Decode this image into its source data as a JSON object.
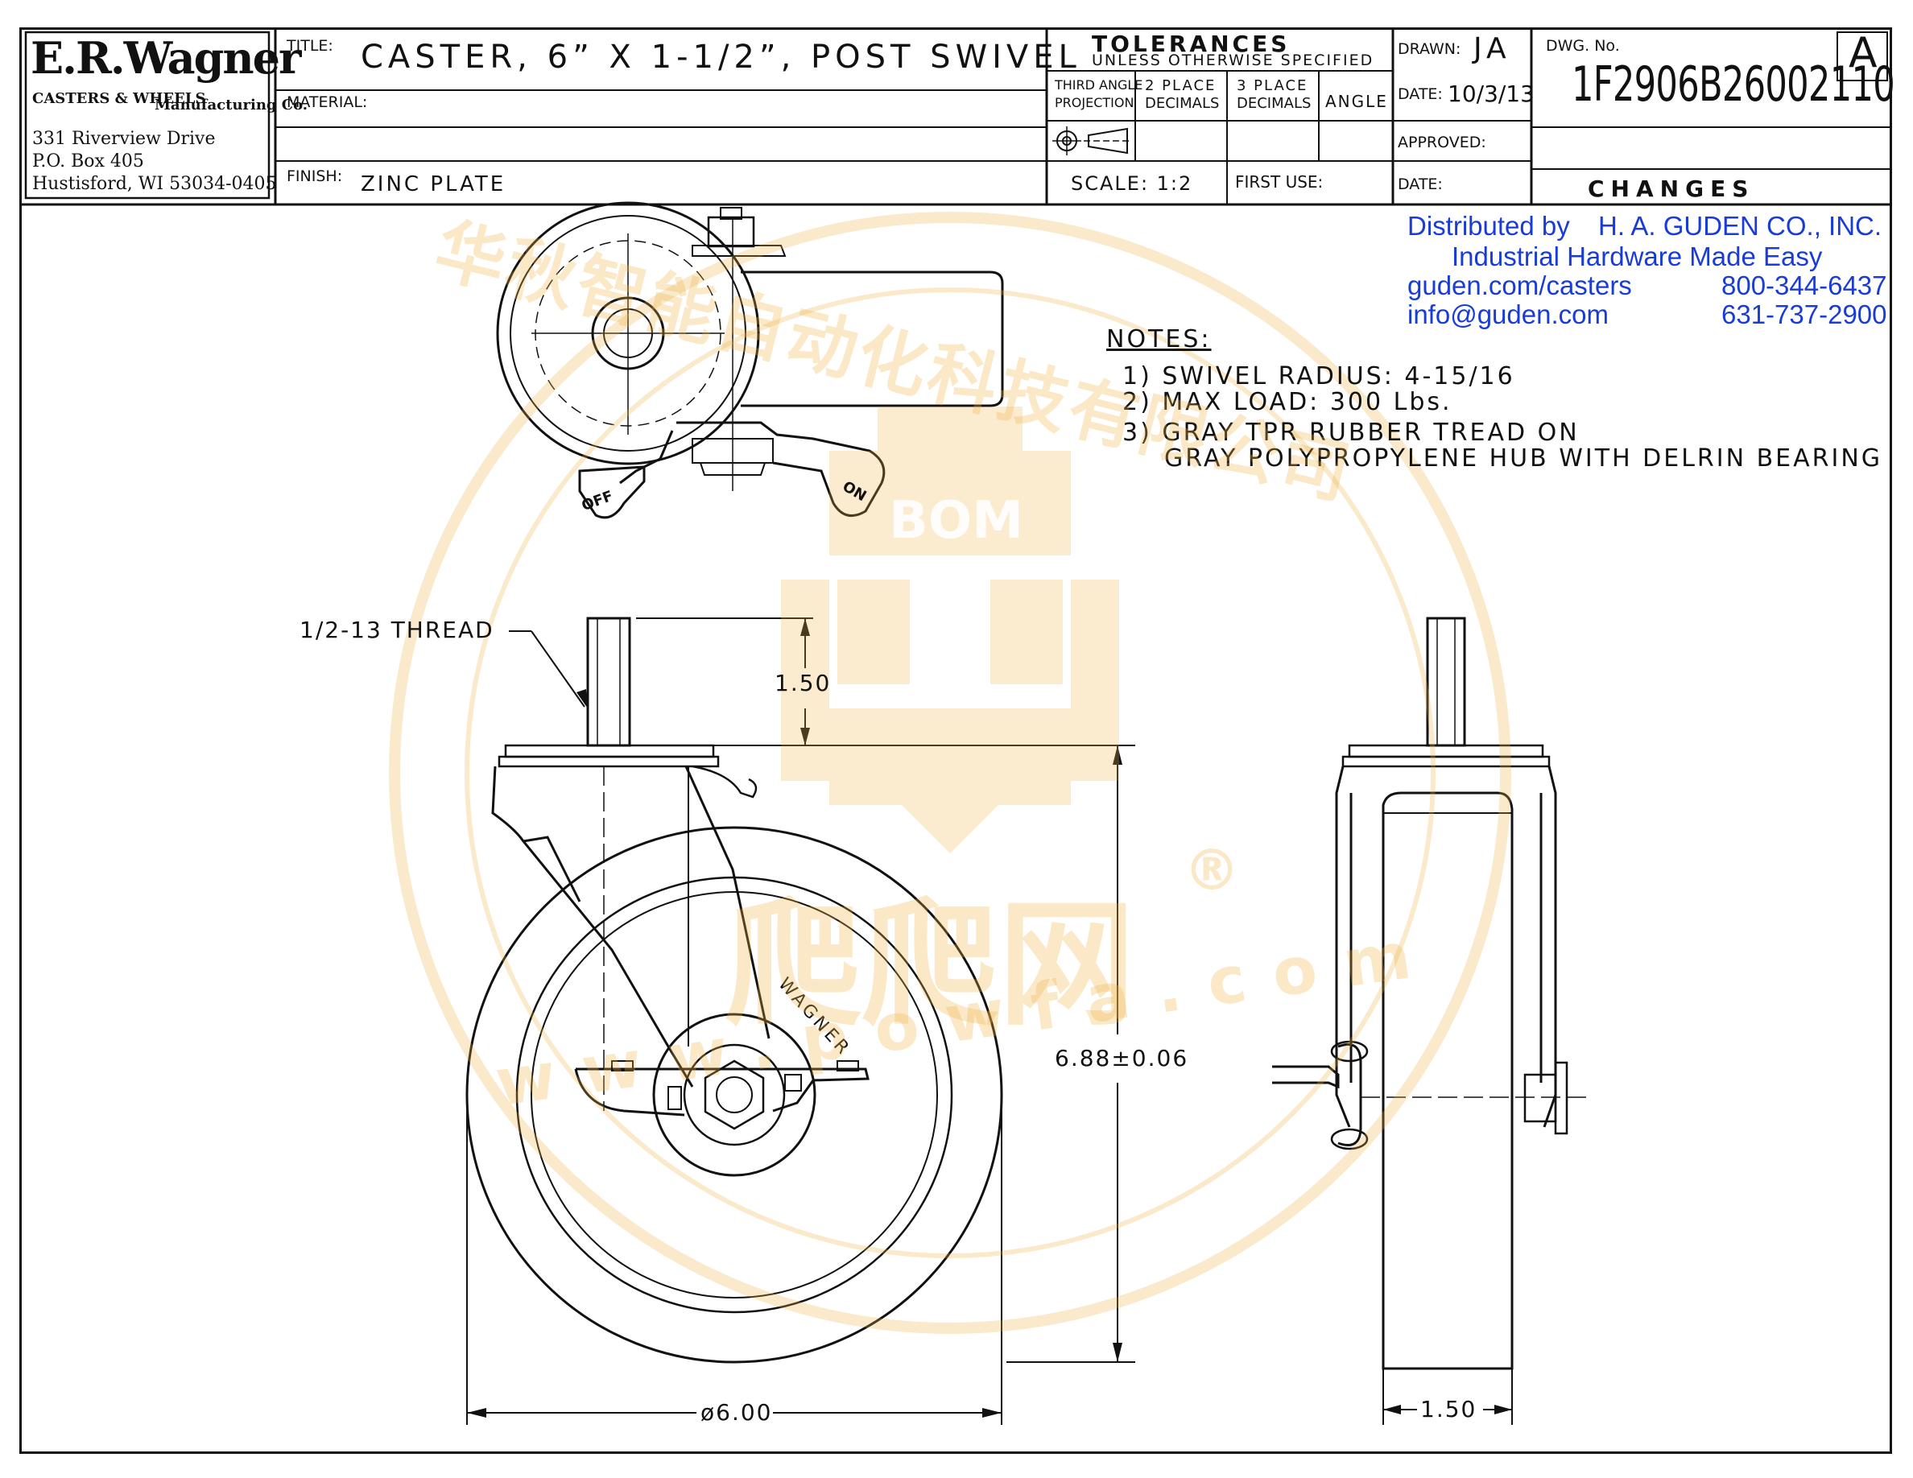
{
  "company": {
    "logo": "E.R.Wagner",
    "tagline": "CASTERS & WHEELS",
    "manufacturing": "Manufacturing Co.",
    "address_line1": "331 Riverview Drive",
    "address_line2": "P.O. Box 405",
    "address_line3": "Hustisford, WI 53034-0405"
  },
  "title_block": {
    "title_label": "TITLE:",
    "title": "CASTER, 6” X 1-1/2”, POST SWIVEL",
    "material_label": "MATERIAL:",
    "finish_label": "FINISH:",
    "finish": "ZINC PLATE",
    "tolerances_title": "TOLERANCES",
    "tolerances_sub": "UNLESS OTHERWISE SPECIFIED",
    "projection_line1": "THIRD ANGLE",
    "projection_line2": "PROJECTION",
    "two_place_line1": "2 PLACE",
    "two_place_line2": "DECIMALS",
    "three_place_line1": "3 PLACE",
    "three_place_line2": "DECIMALS",
    "angle": "ANGLE",
    "scale": "SCALE: 1:2",
    "first_use": "FIRST USE:",
    "drawn_label": "DRAWN:",
    "drawn": "JA",
    "date_label": "DATE:",
    "date": "10/3/13",
    "approved_label": "APPROVED:",
    "date2_label": "DATE:",
    "dwg_label": "DWG. No.",
    "dwg_no": "1F2906B26002110",
    "revision": "A",
    "changes": "CHANGES"
  },
  "distributor": {
    "line1_prefix": "Distributed by",
    "line1_name": "H. A. GUDEN CO., INC.",
    "line2": "Industrial Hardware Made Easy",
    "web": "guden.com/casters",
    "phone1": "800-344-6437",
    "email": "info@guden.com",
    "phone2": "631-737-2900"
  },
  "notes": {
    "heading": "NOTES:",
    "items": [
      "1) SWIVEL RADIUS: 4-15/16",
      "2) MAX LOAD: 300 Lbs.",
      "3) GRAY TPR RUBBER TREAD ON",
      "GRAY POLYPROPYLENE HUB WITH DELRIN BEARING"
    ]
  },
  "dimensions": {
    "thread": "1/2-13 THREAD",
    "stem_length": "1.50",
    "overall_height": "6.88±0.06",
    "wheel_diameter": "ø6.00",
    "width": "1.50"
  },
  "drawing_labels": {
    "brake_off": "OFF",
    "brake_on": "ON",
    "wheel_brand": "WAGNER"
  },
  "watermark": {
    "company_cn": "华秋智能自动化科技有限公司",
    "bom": "BOM",
    "brand_cn": "爬爬网",
    "registered": "®",
    "url": "www.powfa.com"
  },
  "colors": {
    "line": "#111111",
    "distributor_blue": "#1a3cd6",
    "watermark": "#eeb246"
  }
}
